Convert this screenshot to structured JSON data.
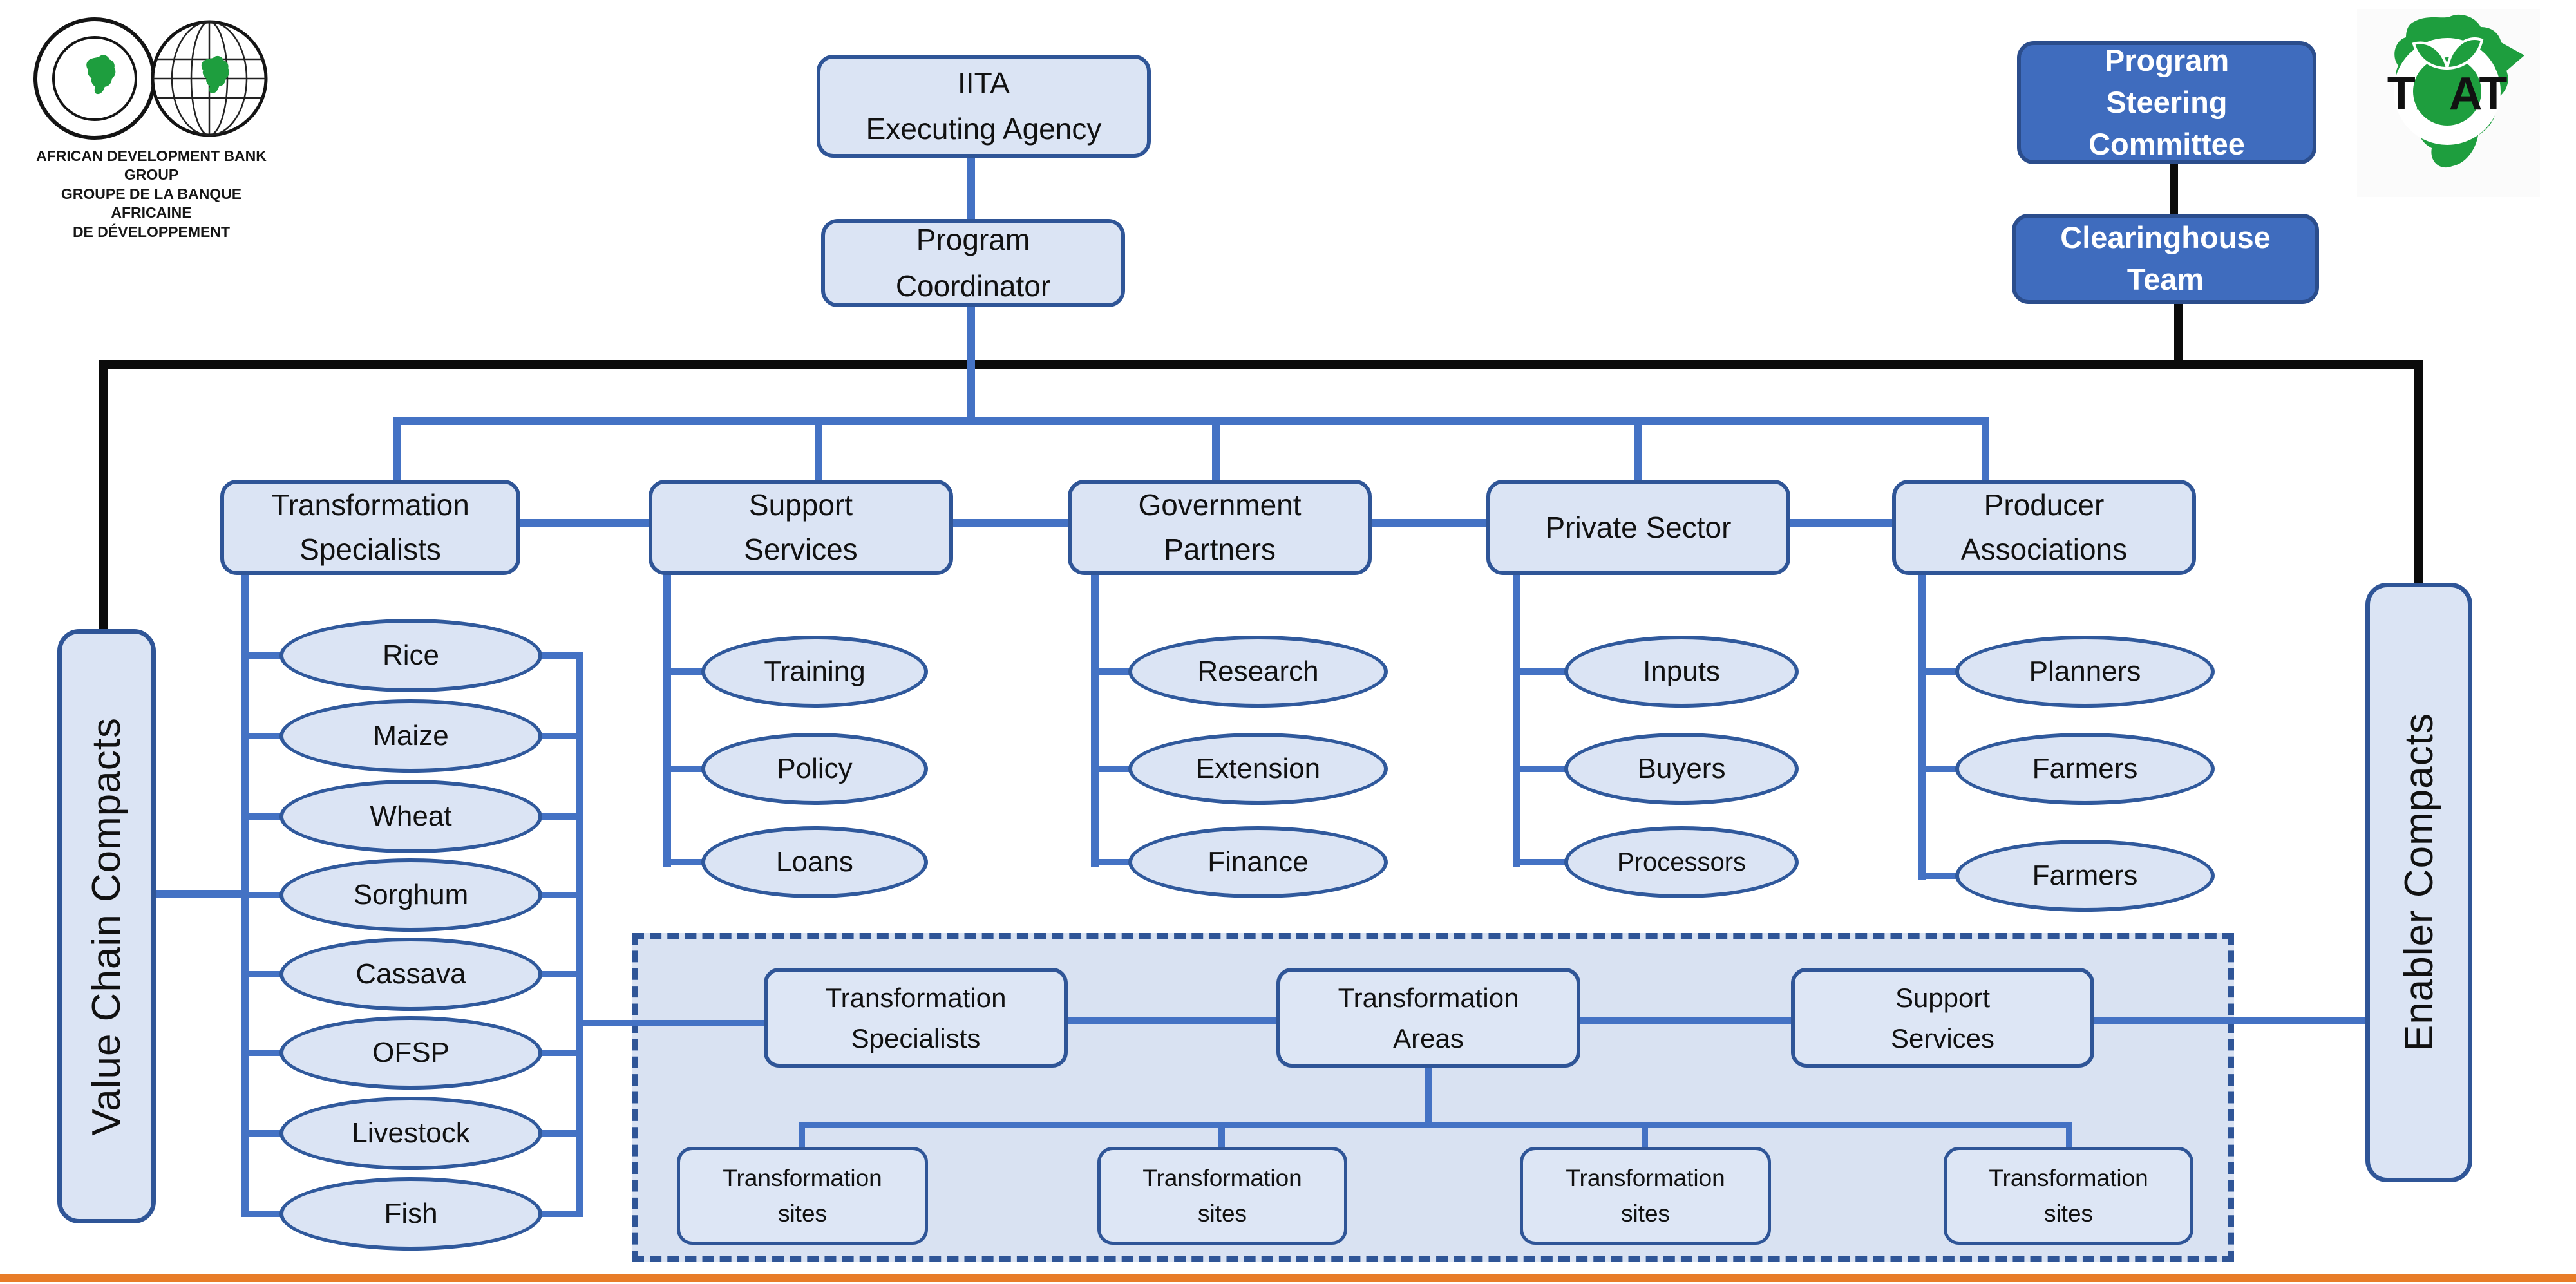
{
  "colors": {
    "connector_blue": "#4472c4",
    "line_black": "#0b0b0b",
    "node_fill": "#dbe4f4",
    "node_border": "#2f5597",
    "dark_fill": "#3f6cbe",
    "dark_border": "#2b4d8c",
    "dashed_border": "#2f5597",
    "dashed_fill": "#d9e2f2",
    "bottom_bar": "#e87c28",
    "logo_green": "#1e9e3e"
  },
  "logos": {
    "adb": {
      "line1": "AFRICAN DEVELOPMENT BANK GROUP",
      "line2": "GROUPE DE LA BANQUE AFRICAINE",
      "line3": "DE DÉVELOPPEMENT"
    },
    "taat": {
      "label": "TAAT"
    }
  },
  "org": {
    "executing_agency": "IITA\nExecuting Agency",
    "program_coordinator": "Program\nCoordinator",
    "steering_committee": "Program\nSteering\nCommittee",
    "clearinghouse_team": "Clearinghouse\nTeam",
    "value_chain_compacts": "Value Chain Compacts",
    "enabler_compacts": "Enabler Compacts",
    "columns": [
      {
        "label": "Transformation\nSpecialists",
        "items": [
          "Rice",
          "Maize",
          "Wheat",
          "Sorghum",
          "Cassava",
          "OFSP",
          "Livestock",
          "Fish"
        ]
      },
      {
        "label": "Support\nServices",
        "items": [
          "Training",
          "Policy",
          "Loans"
        ]
      },
      {
        "label": "Government\nPartners",
        "items": [
          "Research",
          "Extension",
          "Finance"
        ]
      },
      {
        "label": "Private Sector",
        "items": [
          "Inputs",
          "Buyers",
          "Processors"
        ]
      },
      {
        "label": "Producer\nAssociations",
        "items": [
          "Planners",
          "Farmers",
          "Farmers"
        ]
      }
    ],
    "field_level": {
      "transformation_specialists": "Transformation\nSpecialists",
      "transformation_areas": "Transformation\nAreas",
      "support_services": "Support\nServices",
      "sites": [
        "Transformation\nsites",
        "Transformation\nsites",
        "Transformation\nsites",
        "Transformation\nsites"
      ]
    }
  }
}
